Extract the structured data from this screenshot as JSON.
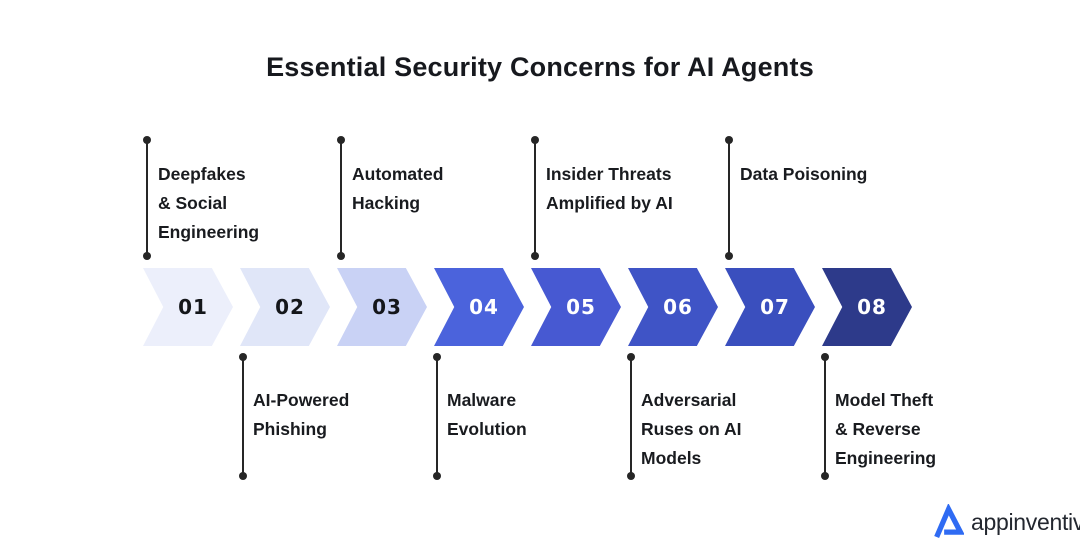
{
  "title": "Essential Security Concerns for AI Agents",
  "steps": [
    {
      "number": "01",
      "label": "Deepfakes & Social Engineering",
      "lines": [
        "Deepfakes",
        "& Social",
        "Engineering"
      ],
      "label_position": "top",
      "color": "#ECEFFB",
      "number_color": "#14161A"
    },
    {
      "number": "02",
      "label": "AI-Powered Phishing",
      "lines": [
        "AI-Powered",
        "Phishing"
      ],
      "label_position": "bottom",
      "color": "#E0E6F8",
      "number_color": "#14161A"
    },
    {
      "number": "03",
      "label": "Automated Hacking",
      "lines": [
        "Automated",
        "Hacking"
      ],
      "label_position": "top",
      "color": "#C9D2F5",
      "number_color": "#14161A"
    },
    {
      "number": "04",
      "label": "Malware Evolution",
      "lines": [
        "Malware",
        "Evolution"
      ],
      "label_position": "bottom",
      "color": "#4B63DC",
      "number_color": "#FFFFFF"
    },
    {
      "number": "05",
      "label": "Insider Threats Amplified by AI",
      "lines": [
        "Insider Threats",
        "Amplified by AI"
      ],
      "label_position": "top",
      "color": "#4759D2",
      "number_color": "#FFFFFF"
    },
    {
      "number": "06",
      "label": "Adversarial Ruses on AI Models",
      "lines": [
        "Adversarial",
        "Ruses on AI",
        "Models"
      ],
      "label_position": "bottom",
      "color": "#3F54C6",
      "number_color": "#FFFFFF"
    },
    {
      "number": "07",
      "label": "Data Poisoning",
      "lines": [
        "Data Poisoning"
      ],
      "label_position": "top",
      "color": "#3A4FBE",
      "number_color": "#FFFFFF"
    },
    {
      "number": "08",
      "label": "Model Theft & Reverse Engineering",
      "lines": [
        "Model Theft",
        "& Reverse",
        "Engineering"
      ],
      "label_position": "bottom",
      "color": "#2D3A8A",
      "number_color": "#FFFFFF"
    }
  ],
  "logo": {
    "brand": "appinventiv",
    "mark_color": "#2F6BF3",
    "text_color": "#23272F"
  },
  "colors": {
    "background": "#FFFFFF",
    "title": "#17191E",
    "label": "#191B1F",
    "connector": "#262626"
  }
}
